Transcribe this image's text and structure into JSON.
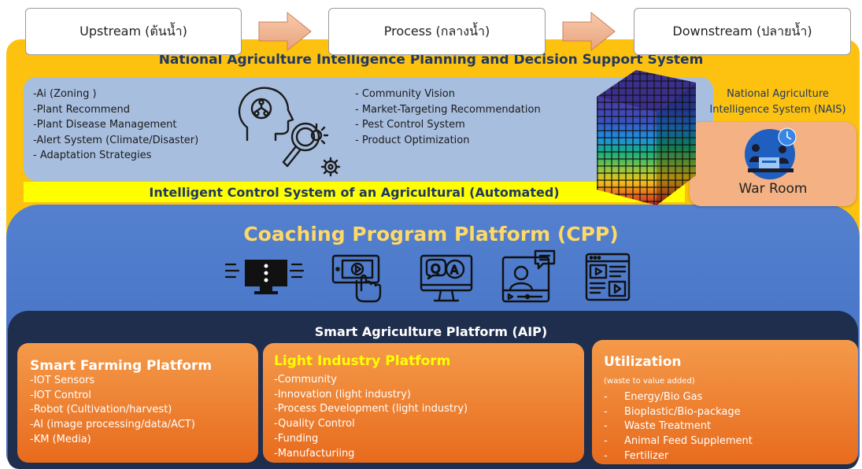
{
  "flow": {
    "upstream": "Upstream (ต้นน้ำ)",
    "process": "Process (กลางน้ำ)",
    "downstream": "Downstream (ปลายน้ำ)"
  },
  "napds_title": "National Agriculture Intelligence Planning and Decision Support System",
  "left_list": [
    "-Ai (Zoning )",
    "-Plant Recommend",
    "-Plant Disease Management",
    "-Alert System (Climate/Disaster)",
    "- Adaptation Strategies"
  ],
  "right_list": [
    "- Community Vision",
    "- Market-Targeting Recommendation",
    "- Pest Control System",
    "- Product Optimization"
  ],
  "ics_title": "Intelligent Control System of an Agricultural (Automated)",
  "nais_line1": "National Agriculture",
  "nais_line2": "Intelligence System (NAIS)",
  "war_room": "War Room",
  "cpp_title": "Coaching Program Platform (CPP)",
  "aip_title": "Smart Agriculture Platform (AIP)",
  "smart_farming": {
    "title": "Smart Farming Platform",
    "items": [
      "-IOT Sensors",
      "-IOT Control",
      "-Robot (Cultivation/harvest)",
      "-AI (image processing/data/ACT)",
      "-KM (Media)"
    ]
  },
  "light_industry": {
    "title": "Light Industry Platform",
    "items": [
      "-Community",
      "-Innovation (light industry)",
      "-Process Development (light industry)",
      "-Quality Control",
      "-Funding",
      "-Manufacturiing"
    ]
  },
  "utilization": {
    "title": "Utilization",
    "subtitle": "(waste to value added)",
    "items": [
      "Energy/Bio Gas",
      "Bioplastic/Bio-package",
      "Waste Treatment",
      "Animal Feed Supplement",
      "Fertilizer"
    ]
  },
  "colors": {
    "yellow_panel": "#fdc20f",
    "blue_band": "#a7bedf",
    "cpp_blue": "#4a78c9",
    "cpp_title": "#ffd966",
    "aip_dark": "#1f2e4d",
    "orange_box": "#ed7d31",
    "war_room_box": "#f4b183",
    "title_navy": "#1f3864",
    "light_industry_title": "#ffff00"
  }
}
